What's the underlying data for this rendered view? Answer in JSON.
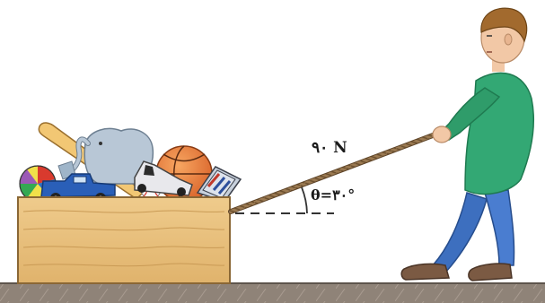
{
  "labels": {
    "force": "۹۰ N",
    "angle": "θ=۳۰°"
  },
  "colors": {
    "crate": "#e9c07a",
    "floor": "#8f8378",
    "rope": "#8b6a45",
    "shirt": "#33a874",
    "pants": "#3d6fbf",
    "hair": "#a26a2e",
    "skin": "#f2c8a6"
  },
  "icons": [
    "crate",
    "baseball-bat",
    "beach-ball",
    "toy-truck",
    "elephant-toy",
    "basketball",
    "toy-car",
    "toy-train",
    "baseball",
    "rope",
    "boy"
  ]
}
